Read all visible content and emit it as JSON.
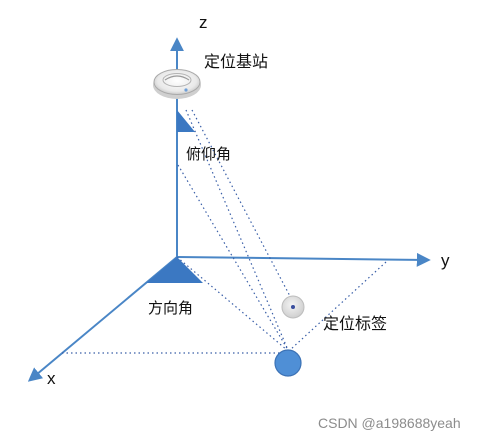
{
  "axes": {
    "x_label": "x",
    "y_label": "y",
    "z_label": "z"
  },
  "labels": {
    "base_station": "定位基站",
    "elevation_angle": "俯仰角",
    "azimuth_angle": "方向角",
    "tag": "定位标签"
  },
  "watermark": "CSDN @a198688yeah",
  "colors": {
    "axis": "#4a86c6",
    "angle_fill": "#3b78c2",
    "tag_fill": "#4f8fd6",
    "dotted": "#3a5fa8"
  }
}
